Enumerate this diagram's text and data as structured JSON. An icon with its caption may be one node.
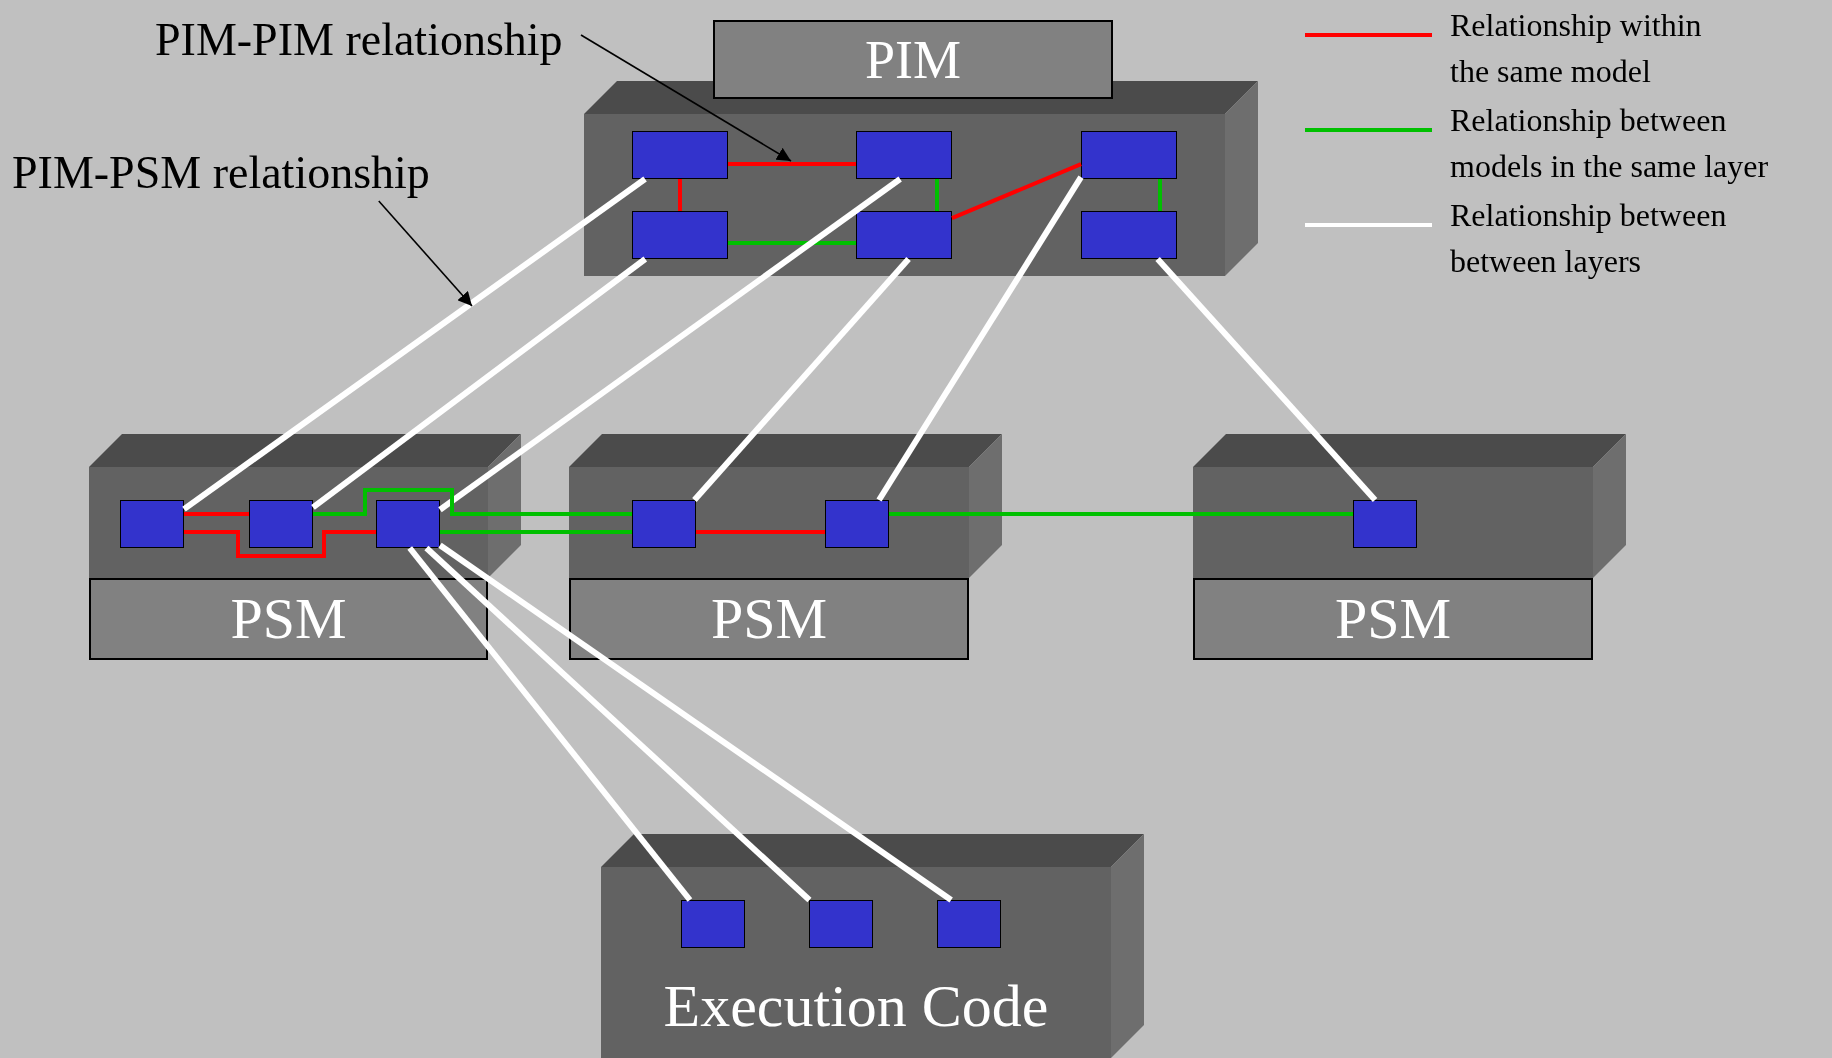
{
  "diagram": {
    "nodes": [
      {
        "text": [
          "PIM"
        ]
      },
      {
        "text": [],
        "shape": "box",
        "in": 0
      },
      {
        "text": [],
        "shape": "box",
        "in": 0
      },
      {
        "text": [],
        "shape": "box",
        "in": 0
      },
      {
        "text": [],
        "shape": "box",
        "in": 0
      },
      {
        "text": [],
        "shape": "box",
        "in": 0
      },
      {
        "text": [],
        "shape": "box",
        "in": 0
      },
      {
        "text": [
          "PSM"
        ]
      },
      {
        "text": [],
        "shape": "box",
        "in": 7
      },
      {
        "text": [],
        "shape": "box",
        "in": 7
      },
      {
        "text": [],
        "shape": "box",
        "in": 7
      },
      {
        "text": [
          "PSM"
        ]
      },
      {
        "text": [],
        "shape": "box",
        "in": 11
      },
      {
        "text": [],
        "shape": "box",
        "in": 11
      },
      {
        "text": [
          "PSM"
        ]
      },
      {
        "text": [],
        "shape": "box",
        "in": 14
      },
      {
        "text": [
          "Execution Code"
        ]
      },
      {
        "text": [],
        "shape": "box",
        "in": 16
      },
      {
        "text": [],
        "shape": "box",
        "in": 16
      },
      {
        "text": [],
        "shape": "box",
        "in": 16
      },
      {
        "text": [
          "PIM-PIM relationship"
        ]
      },
      {
        "text": [
          "PIM-PSM relationship"
        ]
      }
    ],
    "edges": [
      {
        "from": 1,
        "to": 2,
        "arrow": "none",
        "color": "#ff0000"
      },
      {
        "from": 1,
        "to": 4,
        "arrow": "none",
        "color": "#ff0000"
      },
      {
        "from": 4,
        "to": 5,
        "arrow": "none",
        "color": "#00c000"
      },
      {
        "from": 2,
        "to": 5,
        "arrow": "none",
        "color": "#00c000"
      },
      {
        "from": 5,
        "to": 3,
        "arrow": "none",
        "color": "#ff0000"
      },
      {
        "from": 3,
        "to": 6,
        "arrow": "none",
        "color": "#00c000"
      },
      {
        "from": 1,
        "to": 8,
        "arrow": "none"
      },
      {
        "from": 4,
        "to": 9,
        "arrow": "none"
      },
      {
        "from": 2,
        "to": 10,
        "arrow": "none"
      },
      {
        "from": 5,
        "to": 12,
        "arrow": "none"
      },
      {
        "from": 3,
        "to": 13,
        "arrow": "none"
      },
      {
        "from": 6,
        "to": 15,
        "arrow": "none"
      },
      {
        "from": 8,
        "to": 9,
        "arrow": "none",
        "color": "#ff0000"
      },
      {
        "from": 8,
        "to": 10,
        "arrow": "none",
        "color": "#ff0000"
      },
      {
        "from": 9,
        "to": 12,
        "arrow": "none",
        "color": "#00c000"
      },
      {
        "from": 10,
        "to": 12,
        "arrow": "none",
        "color": "#00c000"
      },
      {
        "from": 12,
        "to": 13,
        "arrow": "none",
        "color": "#ff0000"
      },
      {
        "from": 13,
        "to": 15,
        "arrow": "none",
        "color": "#00c000"
      },
      {
        "from": 10,
        "to": 17,
        "arrow": "none"
      },
      {
        "from": 10,
        "to": 18,
        "arrow": "none"
      },
      {
        "from": 10,
        "to": 19,
        "arrow": "none"
      },
      {
        "from": 20,
        "to": null,
        "arrow": "to",
        "color": "#000000"
      },
      {
        "from": 21,
        "to": null,
        "arrow": "to",
        "color": "#000000"
      }
    ],
    "legend": [
      {
        "text": "Relationship within the same model",
        "color": "#ff0000"
      },
      {
        "text": "Relationship between models in the same layer",
        "color": "#00c000"
      },
      {
        "text": "Relationship between between layers",
        "color": "#ffffff"
      }
    ]
  }
}
